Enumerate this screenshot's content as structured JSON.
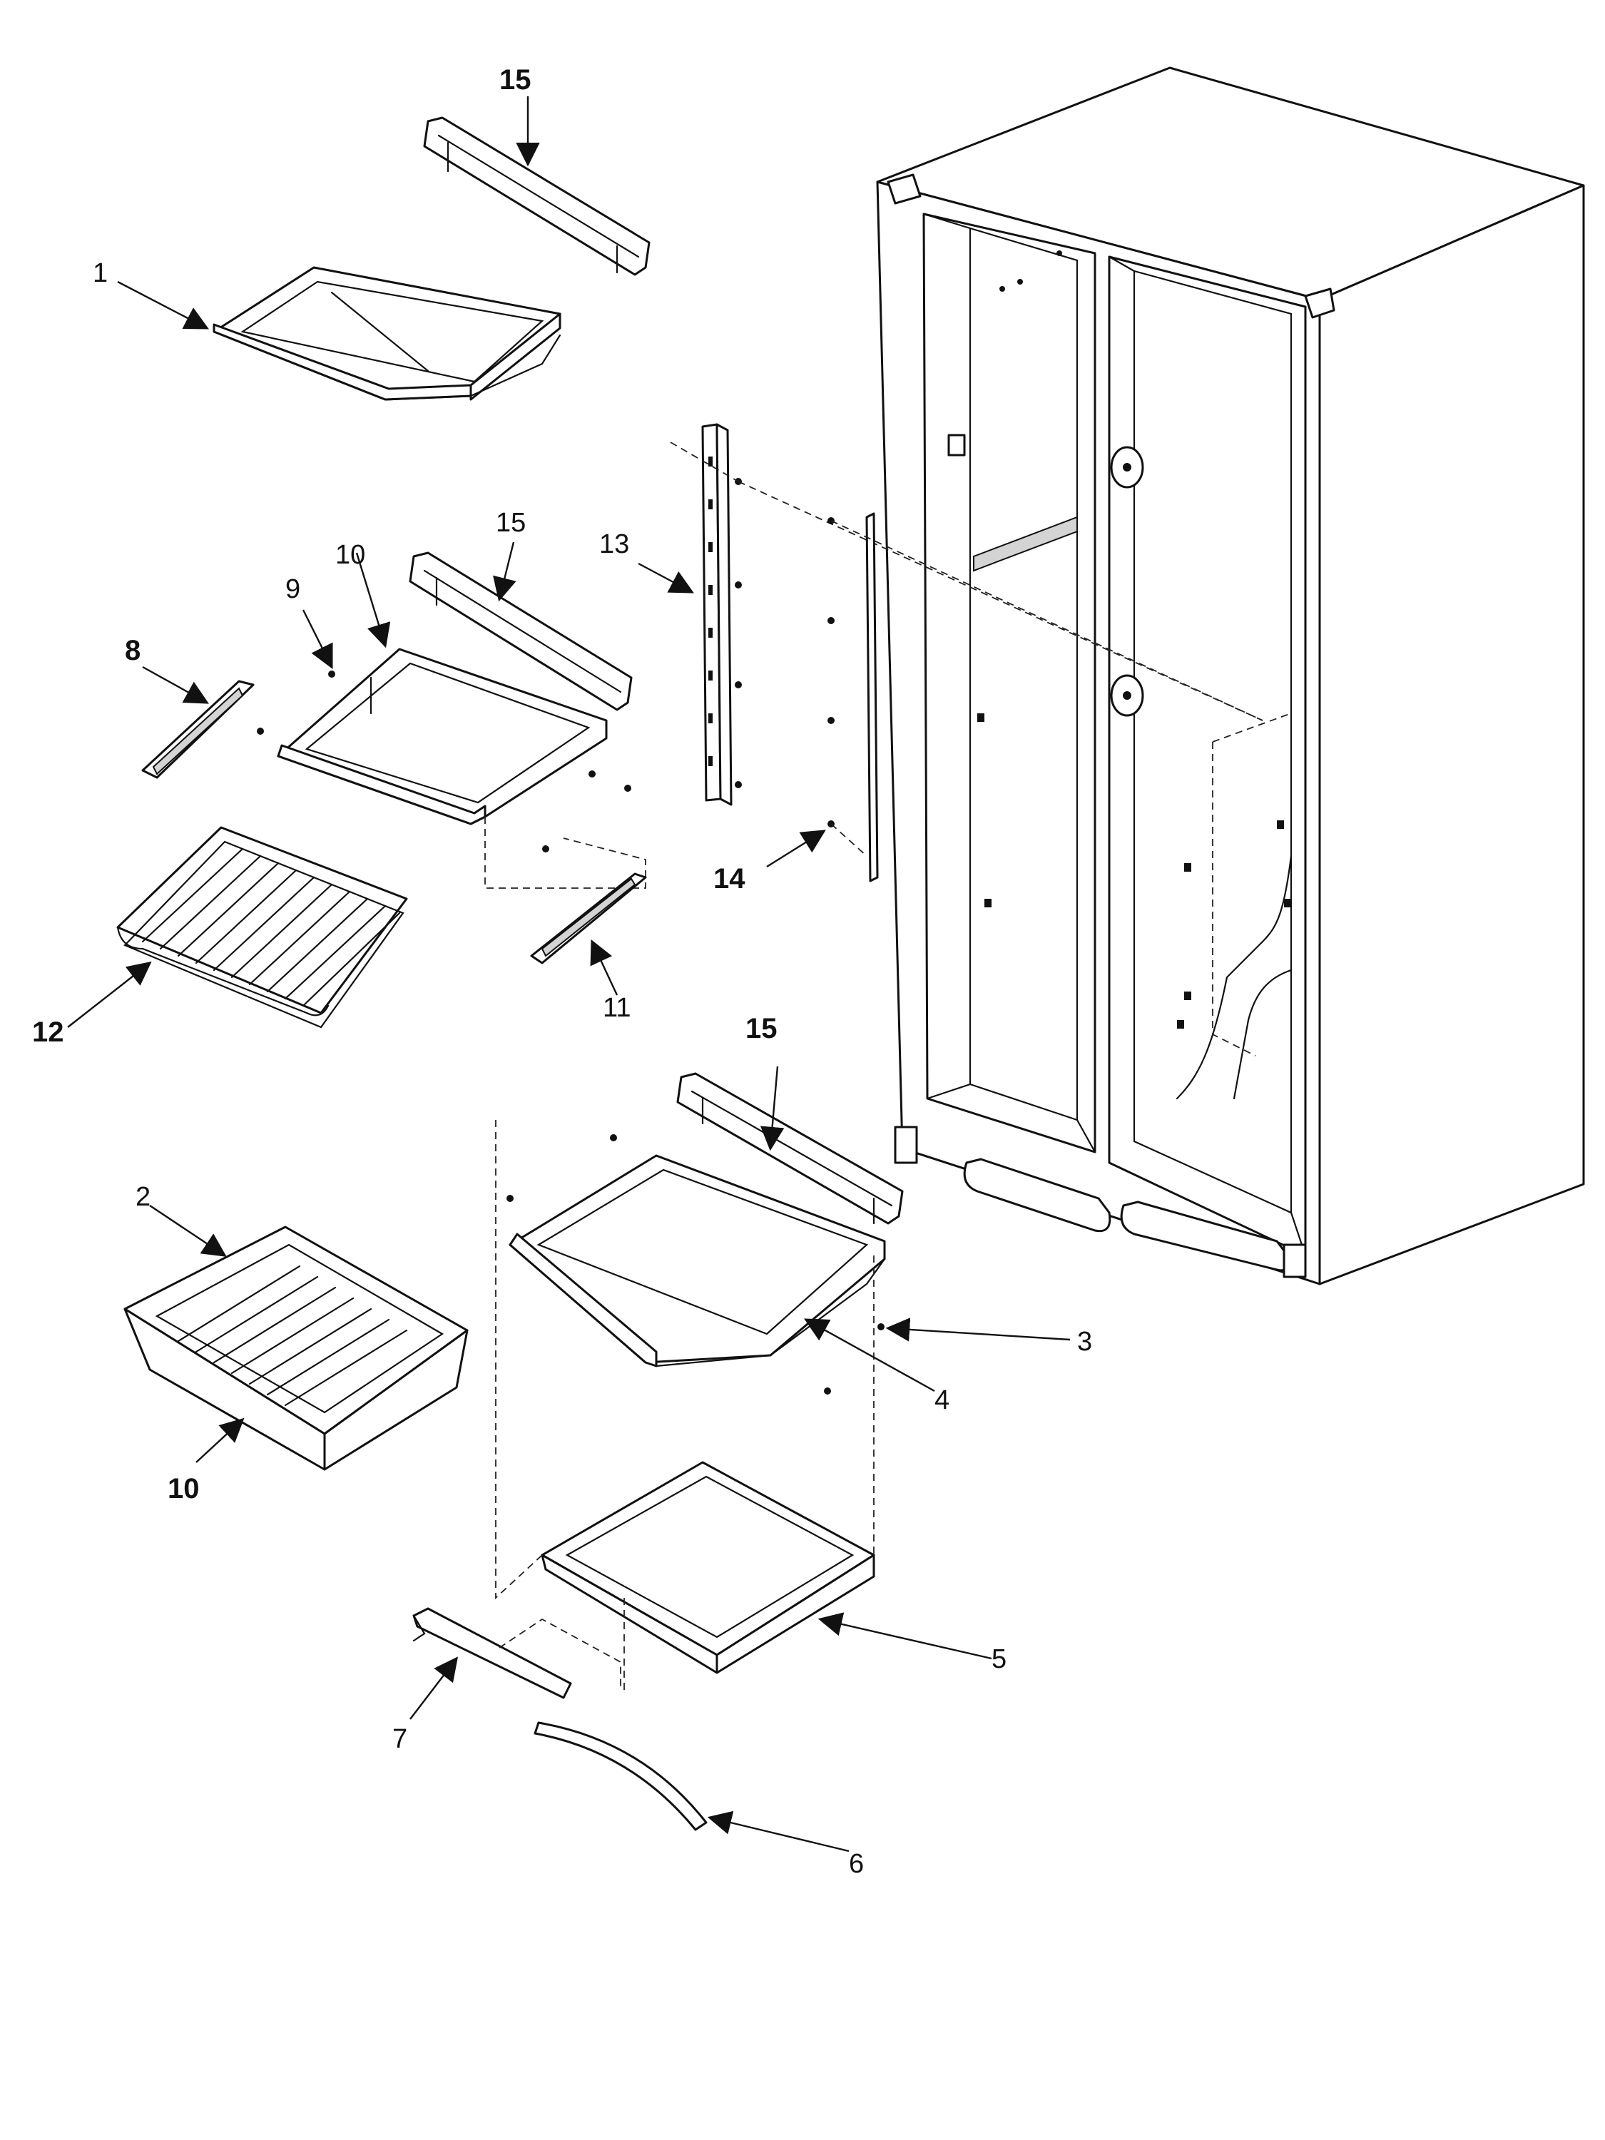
{
  "callouts": {
    "c1": "1",
    "c2": "2",
    "c3": "3",
    "c4": "4",
    "c5": "5",
    "c6": "6",
    "c7": "7",
    "c8": "8",
    "c9": "9",
    "c10a": "10",
    "c10b": "10",
    "c11": "11",
    "c12": "12",
    "c13": "13",
    "c14": "14",
    "c15a": "15",
    "c15b": "15",
    "c15c": "15"
  }
}
